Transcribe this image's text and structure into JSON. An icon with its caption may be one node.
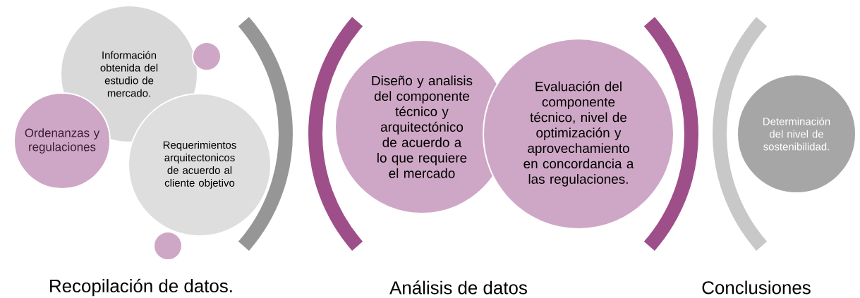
{
  "diagram": {
    "nodes": [
      {
        "text": [
          "Información obtenida del estudio de mercado."
        ]
      },
      {
        "text": [
          "Ordenanzas y regulaciones"
        ]
      },
      {
        "text": [
          "Requerimientos arquitectonicos de acuerdo al cliente objetivo"
        ]
      },
      {
        "text": [],
        "shape": "circle"
      },
      {
        "text": [],
        "shape": "circle"
      },
      {
        "text": [
          "Diseño y analisis del componente técnico y arquitectónico de acuerdo a lo que requiere el mercado"
        ]
      },
      {
        "text": [
          "Evaluación del componente técnico, nivel de optimización y aprovechamiento en concordancia a las regulaciones."
        ]
      },
      {
        "text": [
          "Determinación del nivel de sostenibilidad."
        ]
      }
    ],
    "labels": [
      "Recopilación de datos.",
      "Análisis de datos",
      "Conclusiones"
    ]
  }
}
